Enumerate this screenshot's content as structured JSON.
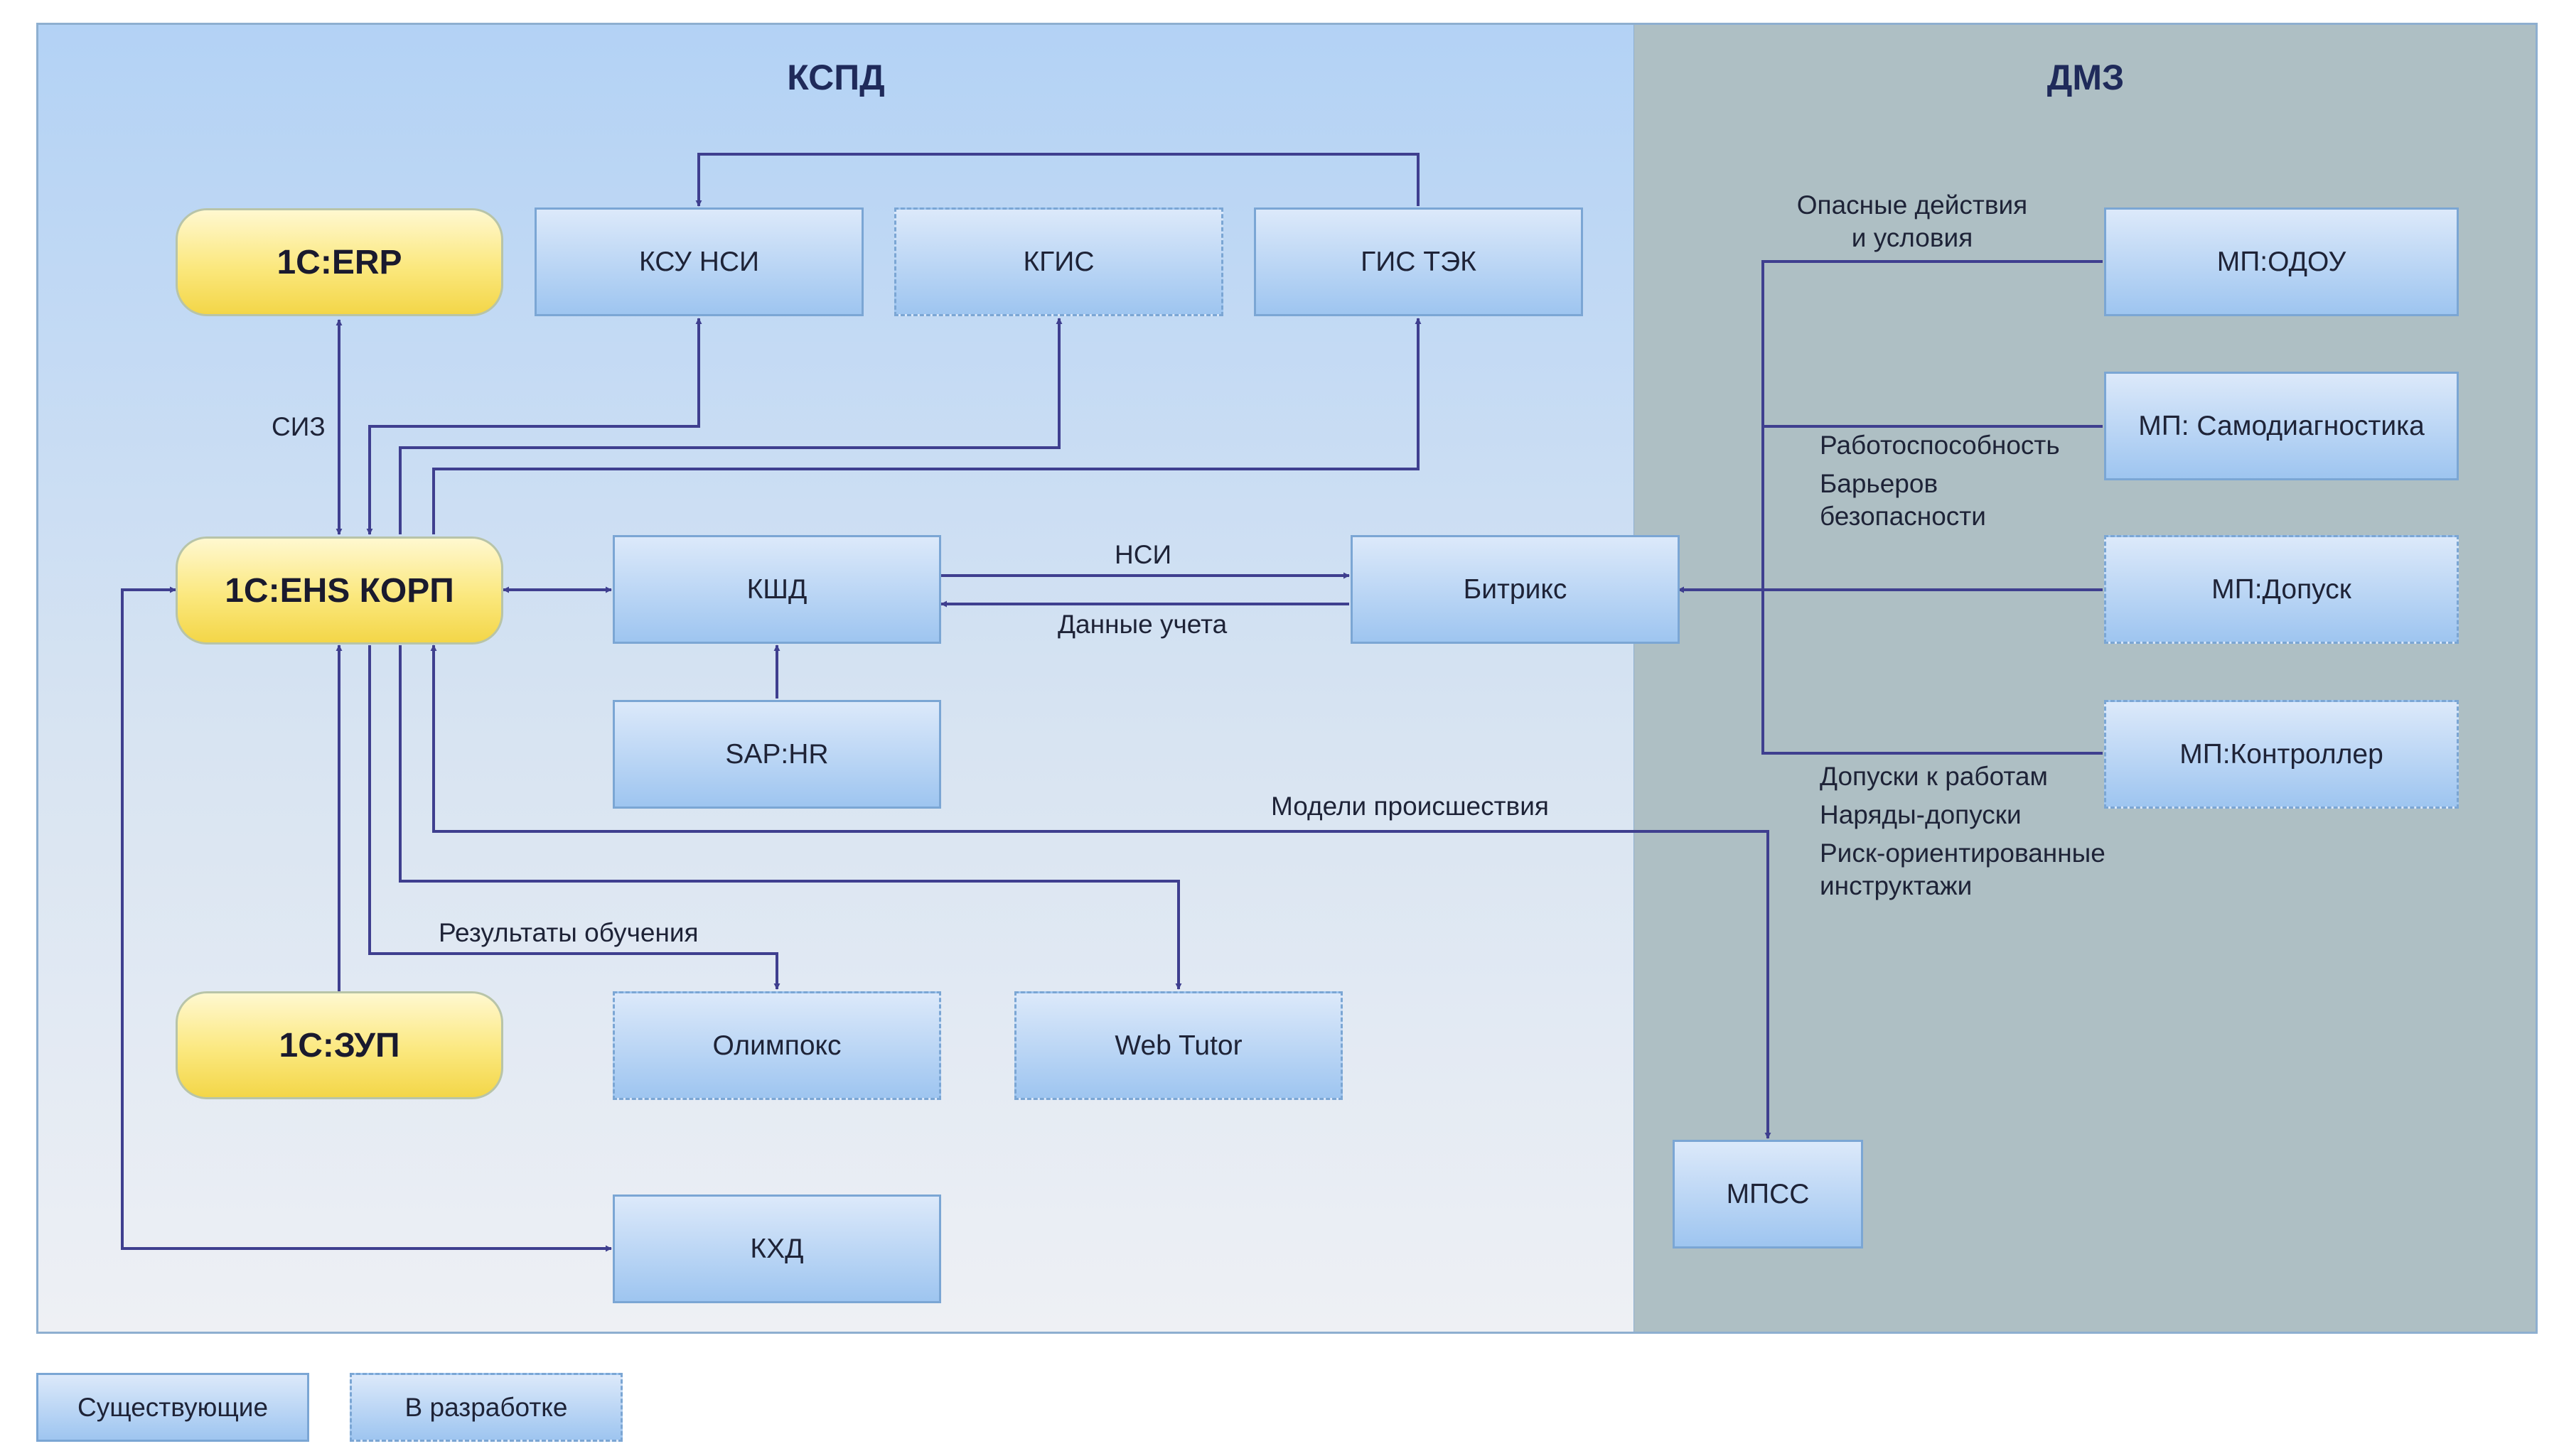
{
  "zones": {
    "kspd": {
      "title": "КСПД"
    },
    "dmz": {
      "title": "ДМЗ"
    }
  },
  "systems": {
    "erp": "1С:ERP",
    "ehs": "1С:EHS КОРП",
    "zup": "1С:ЗУП",
    "ksu_nsi": "КСУ НСИ",
    "kgis": "КГИС",
    "gis_tek": "ГИС ТЭК",
    "kshd": "КШД",
    "sap_hr": "SAP:HR",
    "bitrix": "Битрикс",
    "olimpoks": "Олимпокс",
    "web_tutor": "Web Tutor",
    "khd": "КХД",
    "mp_odou": "МП:ОДОУ",
    "mp_samodiag": "МП: Самодиагностика",
    "mp_dopusk": "МП:Допуск",
    "mp_controller": "МП:Контроллер",
    "mpss": "МПСС"
  },
  "flows": {
    "siz": "СИЗ",
    "nsi": "НСИ",
    "data_ucheta": "Данные учета",
    "modeli": "Модели происшествия",
    "rezultaty": "Результаты обучения",
    "opasnye_1": "Опасные действия",
    "opasnye_2": "и условия",
    "rabotosp_1": "Работоспособность",
    "rabotosp_2": "Барьеров",
    "rabotosp_3": "безопасности",
    "dopuski_1": "Допуски к работам",
    "dopuski_2": "Наряды-допуски",
    "dopuski_3": "Риск-ориентированные",
    "dopuski_4": "инструктажи"
  },
  "legend": {
    "existing": "Существующие",
    "in_development": "В разработке"
  },
  "colors": {
    "connector": "#3f3f8f",
    "kspd_zone": "#b3d2f5",
    "dmz_zone": "#aebfc4",
    "core_system": "#fbe87e"
  }
}
